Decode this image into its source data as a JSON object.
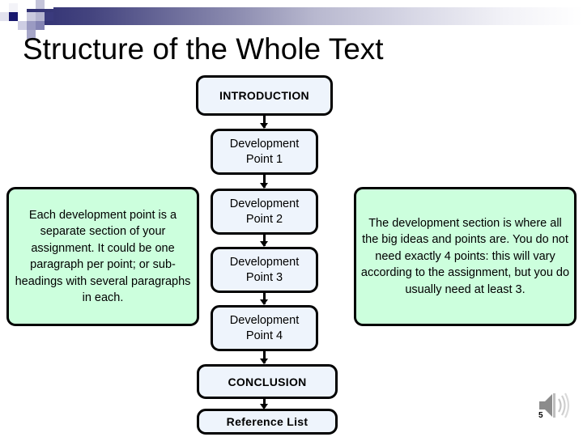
{
  "slide": {
    "title": "Structure of the Whole Text",
    "page_number": "5",
    "sound_icon": "speaker-icon",
    "accent_dark": "#2e2e72",
    "box_fill_blue": "#eef4fc",
    "box_fill_green": "#ccffdd",
    "border_color": "#000000"
  },
  "flow": {
    "nodes": [
      {
        "id": "introduction",
        "label": "INTRODUCTION"
      },
      {
        "id": "development-1",
        "label": "Development\nPoint 1"
      },
      {
        "id": "development-2",
        "label": "Development\nPoint 2"
      },
      {
        "id": "development-3",
        "label": "Development\nPoint 3"
      },
      {
        "id": "development-4",
        "label": "Development\nPoint 4"
      },
      {
        "id": "conclusion",
        "label": "CONCLUSION"
      },
      {
        "id": "reference-list",
        "label": "Reference List"
      }
    ]
  },
  "notes": {
    "left": "Each development point is a separate section of your assignment.  It could be one paragraph per point; or sub-headings with several paragraphs in each.",
    "right": "The development section is where all the big ideas and points are.  You do not need exactly 4 points: this will vary according to the assignment, but you do usually need at least 3."
  }
}
